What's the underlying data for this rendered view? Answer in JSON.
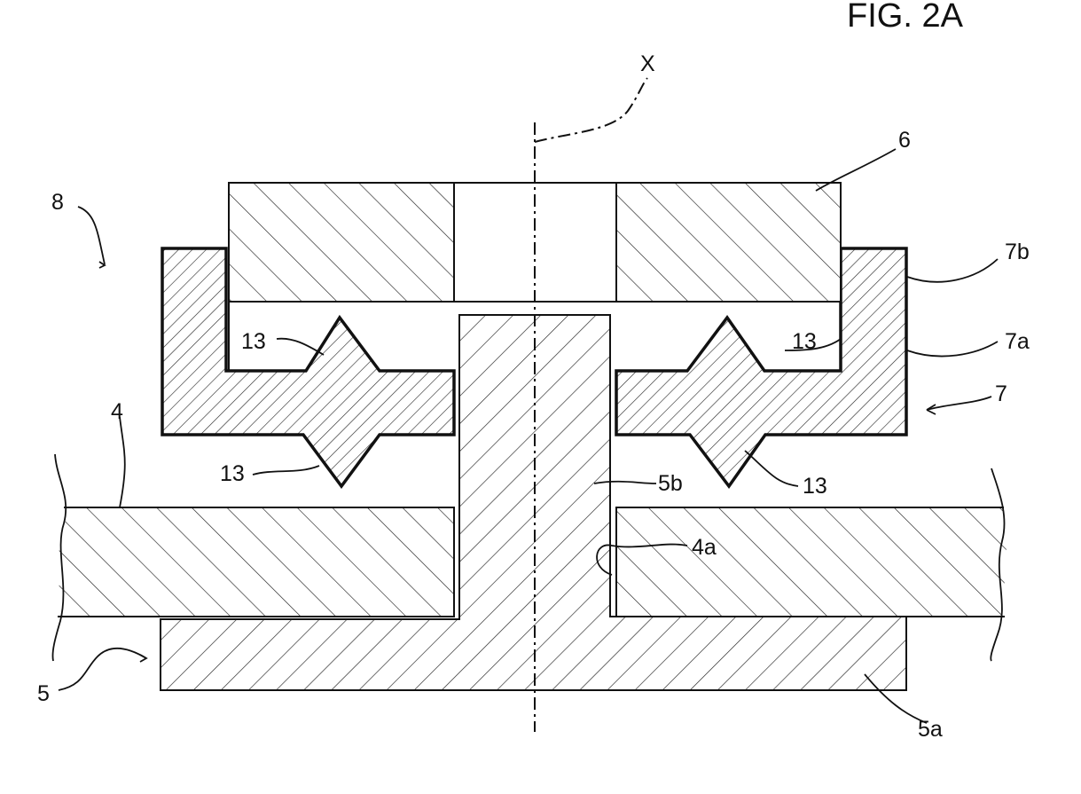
{
  "figure": {
    "title": "FIG. 2A",
    "labels": {
      "axis": "X",
      "l6": "6",
      "l8": "8",
      "l7b": "7b",
      "l7a": "7a",
      "l7": "7",
      "l13_top_left": "13",
      "l13_top_right": "13",
      "l13_bottom_left": "13",
      "l13_bottom_right": "13",
      "l4": "4",
      "l5b": "5b",
      "l4a": "4a",
      "l5": "5",
      "l5a": "5a"
    }
  }
}
